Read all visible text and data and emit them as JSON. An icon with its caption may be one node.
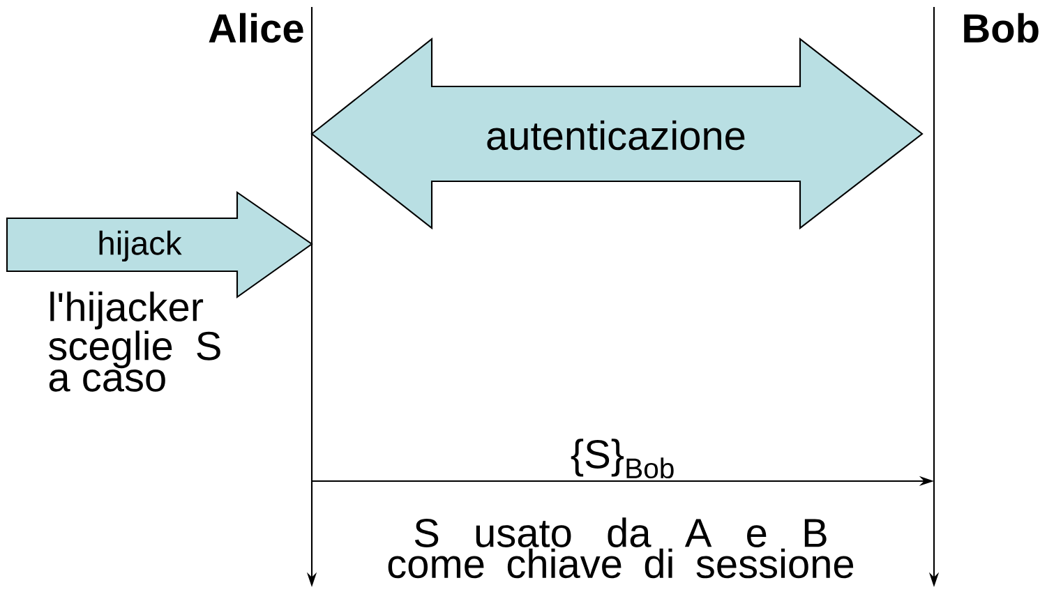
{
  "diagram": {
    "nodes": [
      {
        "text": [
          "Alice"
        ]
      },
      {
        "text": [
          "Bob"
        ]
      },
      {
        "text": [
          "autenticazione"
        ]
      },
      {
        "text": [
          "hijack"
        ],
        "beside": [
          "l'hijacker sceglie S a caso"
        ]
      }
    ],
    "edges": [
      {
        "from": 0,
        "to": 1,
        "arrow": "to",
        "label": "{S}$_{Bob}$"
      }
    ],
    "labels": [
      "S usato da A e B come chiave di sessione"
    ]
  }
}
